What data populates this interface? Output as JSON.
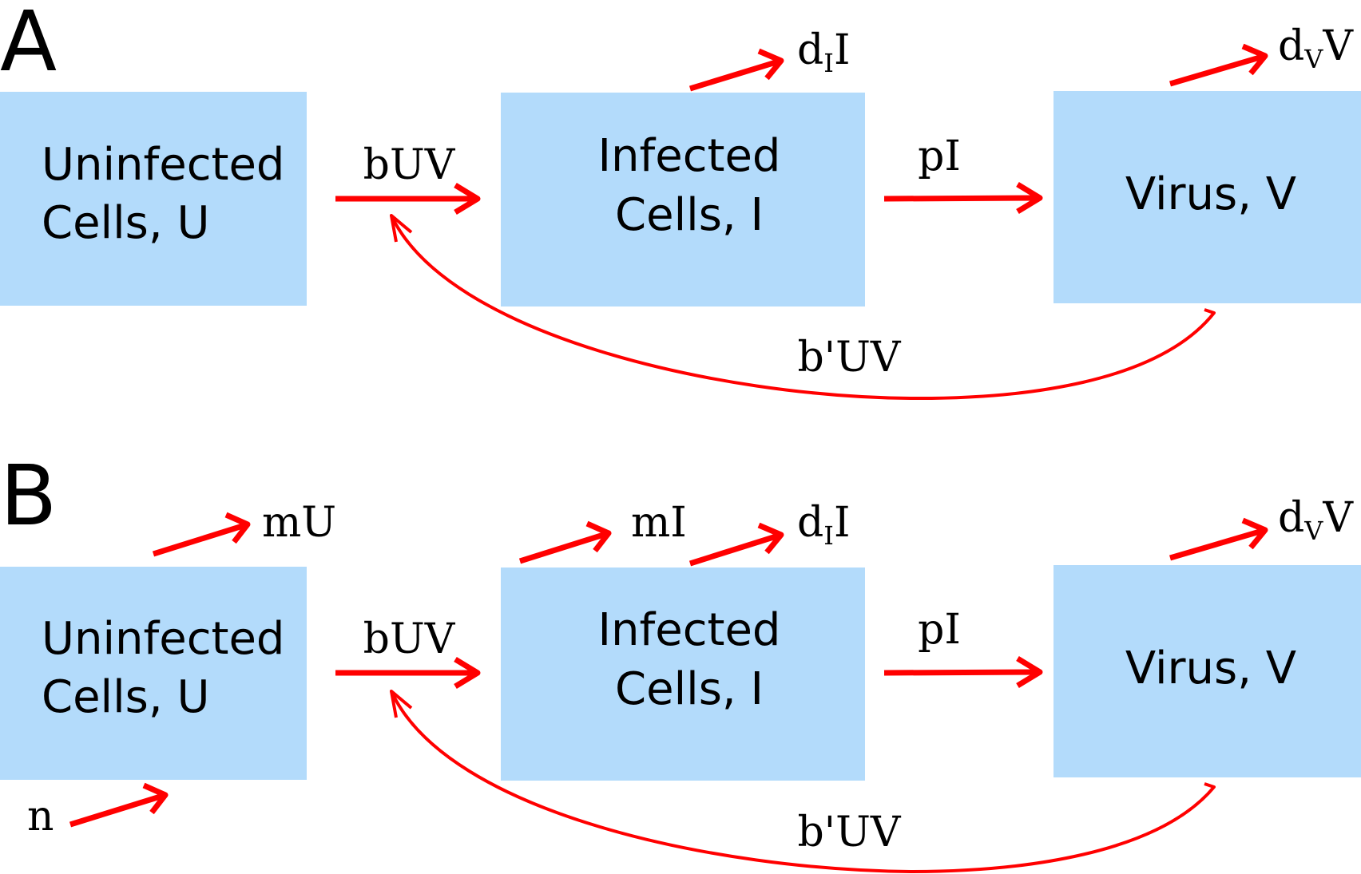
{
  "panels": [
    {
      "letter": "A",
      "boxes": {
        "uninfected": [
          "Uninfected",
          "Cells, U"
        ],
        "infected": [
          "Infected",
          "Cells, I"
        ],
        "virus": [
          "Virus, V"
        ]
      },
      "rates": {
        "infection": "bUV",
        "production": "pI",
        "infected_death_main": "d",
        "infected_death_sub": "I",
        "infected_death_tail": "I",
        "virus_death_main": "d",
        "virus_death_sub": "V",
        "virus_death_tail": "V",
        "virus_loss": "b'UV"
      }
    },
    {
      "letter": "B",
      "boxes": {
        "uninfected": [
          "Uninfected",
          "Cells, U"
        ],
        "infected": [
          "Infected",
          "Cells, I"
        ],
        "virus": [
          "Virus, V"
        ]
      },
      "rates": {
        "infection": "bUV",
        "production": "pI",
        "uninfected_death": "mU",
        "infected_natural_death": "mI",
        "infected_death_main": "d",
        "infected_death_sub": "I",
        "infected_death_tail": "I",
        "virus_death_main": "d",
        "virus_death_sub": "V",
        "virus_death_tail": "V",
        "virus_loss": "b'UV",
        "source": "n"
      }
    }
  ],
  "colors": {
    "box_fill": "#b3dbfb",
    "arrow": "#ff0000",
    "text": "#000000"
  }
}
